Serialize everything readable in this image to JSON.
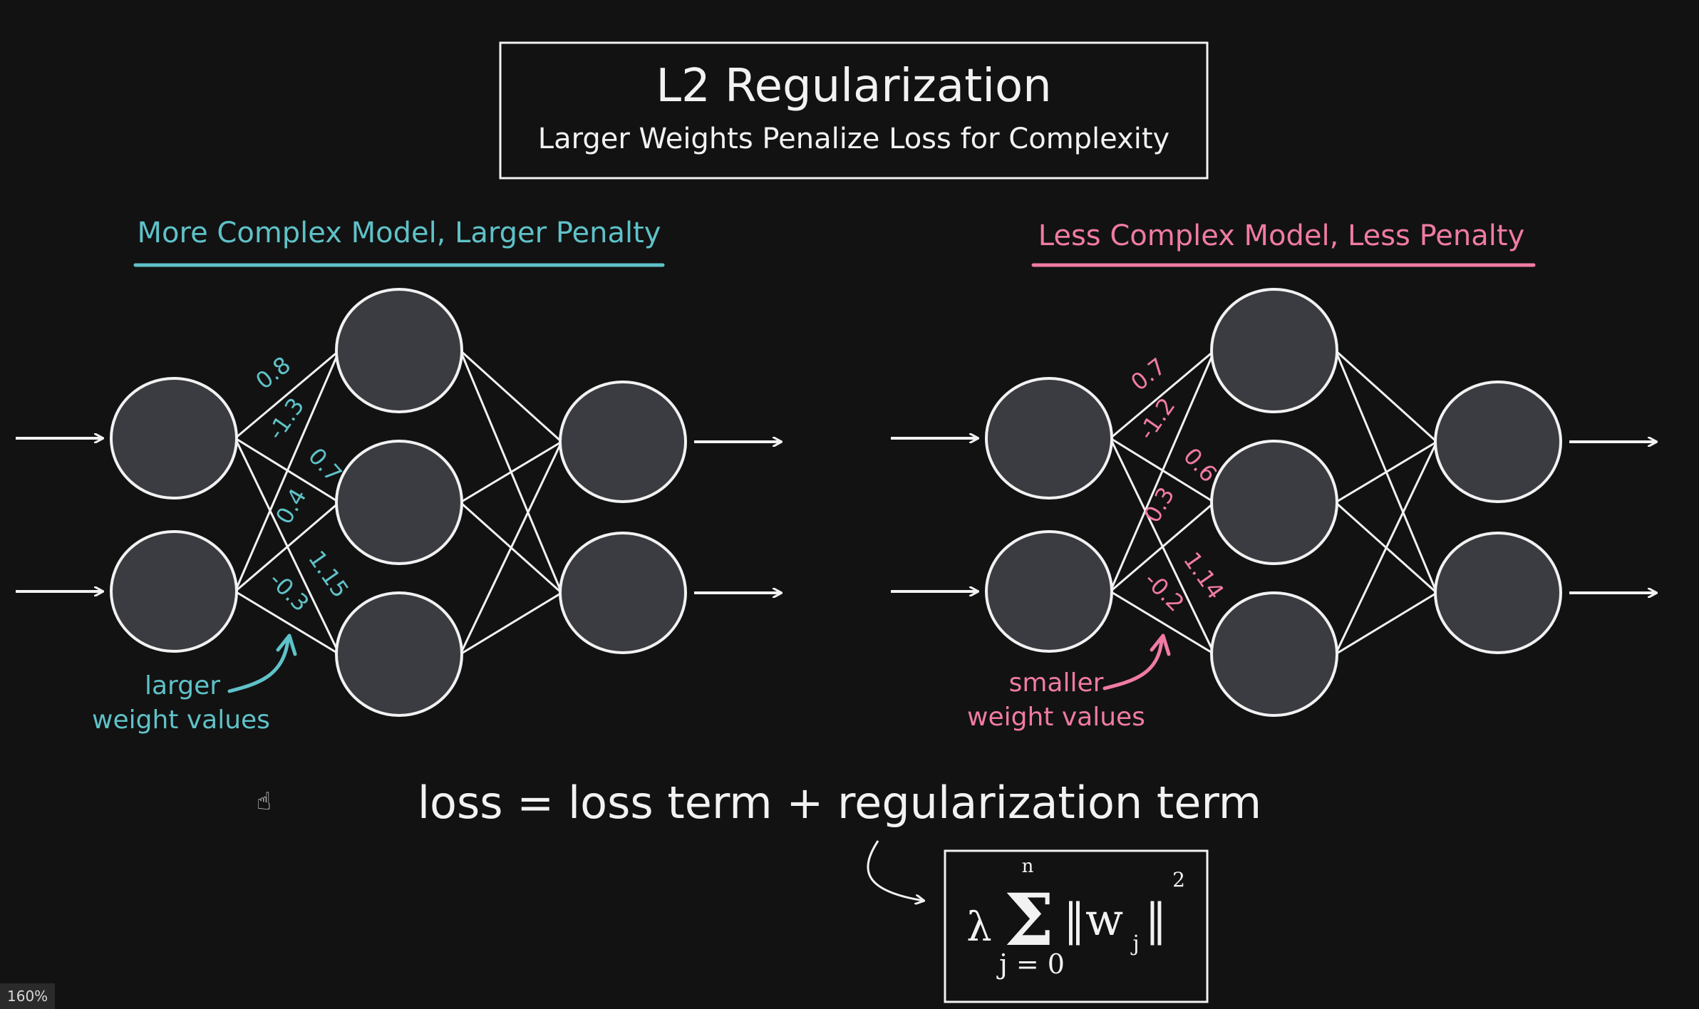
{
  "title": "L2 Regularization",
  "subtitle": "Larger Weights Penalize Loss for Complexity",
  "left_panel": {
    "heading": "More Complex Model, Larger Penalty",
    "accent": "#5fc2c8",
    "weights": [
      "0.8",
      "-1.3",
      "0.7",
      "0.4",
      "1.15",
      "-0.3"
    ],
    "annotation_line1": "larger",
    "annotation_line2": "weight values"
  },
  "right_panel": {
    "heading": "Less Complex Model, Less Penalty",
    "accent": "#f07ba4",
    "weights": [
      "0.7",
      "-1.2",
      "0.6",
      "0.3",
      "1.14",
      "-0.2"
    ],
    "annotation_line1": "smaller",
    "annotation_line2": "weight values"
  },
  "formula": {
    "text": "loss = loss term + regularization term",
    "lambda": "λ",
    "sum": "Σ",
    "upper": "n",
    "lower": "j = 0",
    "norm_term": "‖w",
    "subscript": "j",
    "norm_close": "‖",
    "power": "2"
  },
  "zoom": "160%",
  "icons": {
    "cursor": "hand-cursor-icon"
  }
}
